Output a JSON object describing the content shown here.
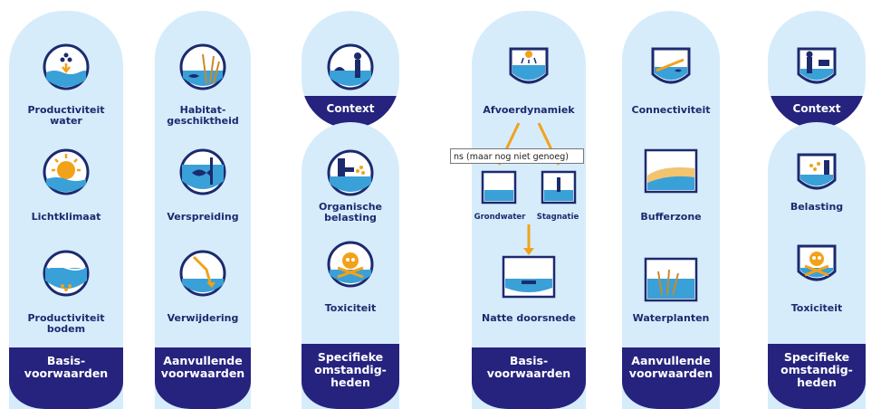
{
  "left": {
    "basis": {
      "items": [
        "Productiviteit\nwater",
        "Lichtklimaat",
        "Productiviteit\nbodem"
      ],
      "footer": "Basis-\nvoorwaarden"
    },
    "aanvullend": {
      "items": [
        "Habitat-\ngeschiktheid",
        "Verspreiding",
        "Verwijdering"
      ],
      "footer": "Aanvullende\nvoorwaarden"
    },
    "specifiek": {
      "context": "Context",
      "items": [
        "Organische\nbelasting",
        "Toxiciteit"
      ],
      "footer": "Specifieke\nomstandig-\nheden"
    }
  },
  "right": {
    "basis": {
      "items": [
        "Afvoerdynamiek",
        "Grondwater",
        "Stagnatie",
        "Natte doorsnede"
      ],
      "footer": "Basis-\nvoorwaarden"
    },
    "aanvullend": {
      "items": [
        "Connectiviteit",
        "Bufferzone",
        "Waterplanten"
      ],
      "footer": "Aanvullende\nvoorwaarden"
    },
    "specifiek": {
      "context": "Context",
      "items": [
        "Belasting",
        "Toxiciteit"
      ],
      "footer": "Specifieke\nomstandig-\nheden"
    }
  },
  "tooltip": "ns (maar nog niet genoeg)",
  "colors": {
    "panel": "#d6ecfb",
    "navy": "#26237e",
    "text": "#1c2a6e",
    "accent": "#f2a21a",
    "water": "#3aa0d8"
  }
}
